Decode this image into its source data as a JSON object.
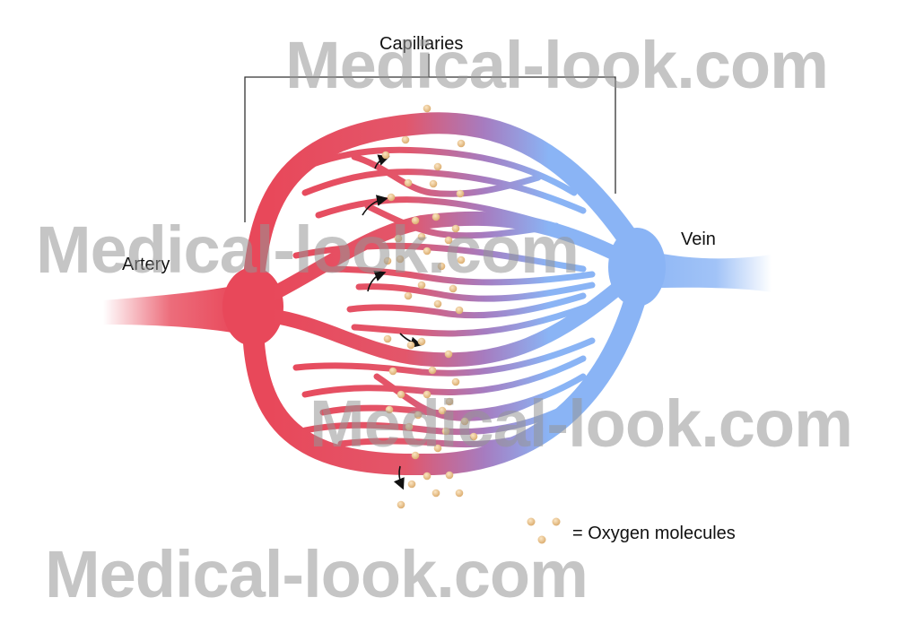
{
  "labels": {
    "capillaries": "Capillaries",
    "artery": "Artery",
    "vein": "Vein",
    "legend_text": "= Oxygen molecules"
  },
  "watermarks": [
    "Medical-look.com",
    "Medical-look.com",
    "Medical-look.com",
    "Medical-look.com"
  ],
  "colors": {
    "artery": "#e8485a",
    "vein": "#8ab4f5",
    "oxygen_molecule": "#e8c48c",
    "watermark": "#9a9a9a",
    "text": "#111111"
  },
  "icons": {
    "molecule": "oxygen-molecule-icon",
    "arrow": "diffusion-arrow-icon"
  }
}
